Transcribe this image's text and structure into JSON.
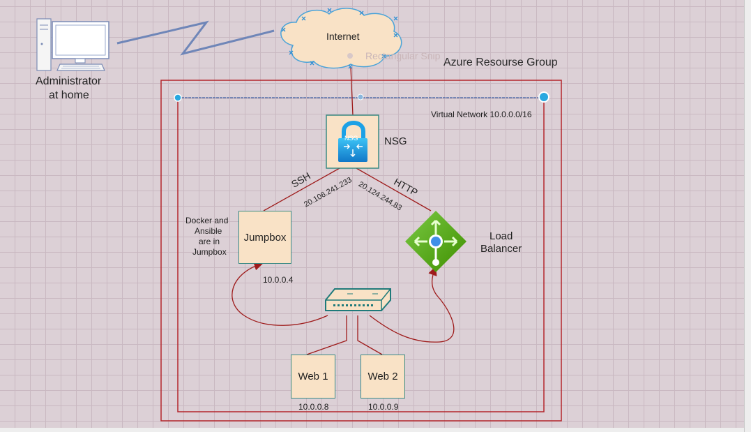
{
  "nodes": {
    "admin": {
      "label_line1": "Administrator",
      "label_line2": "at home",
      "icon": "desktop-computer-icon"
    },
    "internet": {
      "label": "Internet",
      "icon": "cloud-icon"
    },
    "resource_group": {
      "label": "Azure Resourse Group"
    },
    "vnet": {
      "label": "Virtual Network 10.0.0.0/16"
    },
    "nsg": {
      "label": "NSG",
      "icon_text": "NSG",
      "icon": "network-security-group-icon"
    },
    "jumpbox": {
      "label": "Jumpbox",
      "ip": "10.0.0.4",
      "note_lines": [
        "Docker and",
        "Ansible",
        "are in",
        "Jumpbox"
      ]
    },
    "load_balancer": {
      "label_line1": "Load",
      "label_line2": "Balancer",
      "icon": "load-balancer-icon"
    },
    "switch": {
      "icon": "network-switch-icon"
    },
    "web1": {
      "label": "Web 1",
      "ip": "10.0.0.8"
    },
    "web2": {
      "label": "Web 2",
      "ip": "10.0.0.9"
    }
  },
  "edges": {
    "ssh": {
      "label": "SSH",
      "ip": "20.106.241.233"
    },
    "http": {
      "label": "HTTP",
      "ip": "20.124.244.83"
    }
  },
  "overlay": {
    "ghost_text": "Rectangular Snip"
  },
  "colors": {
    "line_red": "#9e1b1b",
    "node_fill": "#f9e2c6",
    "node_border": "#3a8a83",
    "azure_blue": "#1ba1e2",
    "lb_green": "#57a300"
  }
}
